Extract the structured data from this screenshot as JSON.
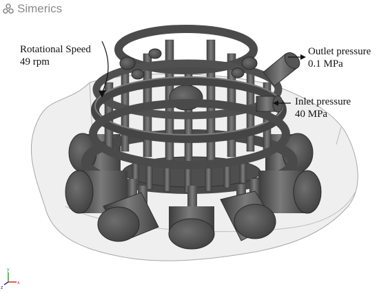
{
  "brand": {
    "name": "Simerics"
  },
  "annotations": {
    "rotation_label": "Rotational Speed",
    "rotation_value": "49 rpm",
    "outlet_label": "Outlet pressure",
    "outlet_value": "0.1 MPa",
    "inlet_label": "Inlet pressure",
    "inlet_value": "40 MPa"
  },
  "axis_triad": {
    "x": "x",
    "y": "y",
    "z": "z"
  },
  "colors": {
    "metal": "#5c5c5c",
    "metal_dark": "#3a3a3a",
    "metal_light": "#8a8a8a",
    "domain_fill": "#ededed",
    "domain_edge": "#a9a9a9"
  }
}
